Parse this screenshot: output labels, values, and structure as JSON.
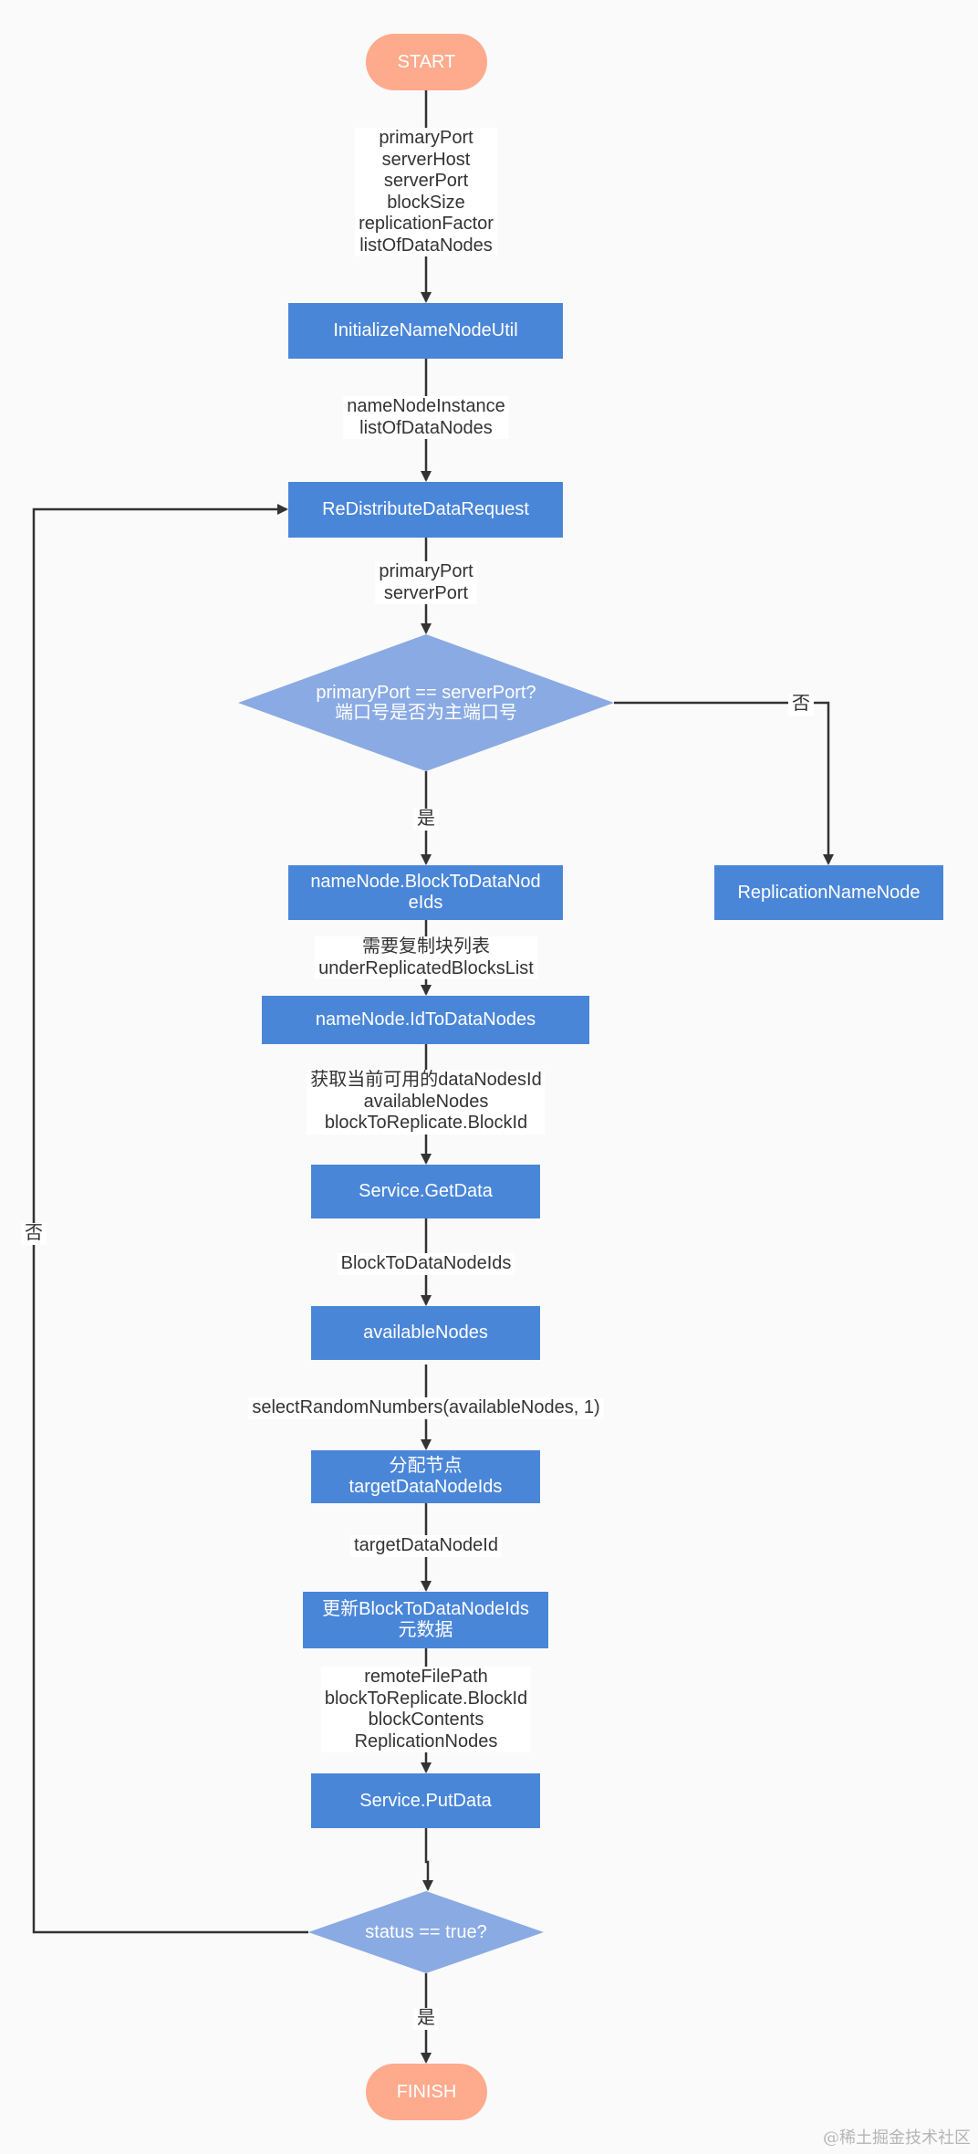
{
  "nodes": {
    "start": "START",
    "init": "InitializeNameNodeUtil",
    "redistribute": "ReDistributeDataRequest",
    "decision_port": "primaryPort == serverPort?\n端口号是否为主端口号",
    "replication": "ReplicationNameNode",
    "block_to_datanode": "nameNode.BlockToDataNod\neIds",
    "id_to_datanodes": "nameNode.IdToDataNodes",
    "get_data": "Service.GetData",
    "available_nodes": "availableNodes",
    "assign_nodes": "分配节点\ntargetDataNodeIds",
    "update_meta": "更新BlockToDataNodeIds\n元数据",
    "put_data": "Service.PutData",
    "decision_status": "status == true?",
    "finish": "FINISH"
  },
  "edges": {
    "start_init": "primaryPort\nserverHost\nserverPort\nblockSize\nreplicationFactor\nlistOfDataNodes",
    "init_redistribute": "nameNodeInstance\nlistOfDataNodes",
    "redistribute_decision": "primaryPort\nserverPort",
    "decision_no": "否",
    "decision_yes": "是",
    "blocks_list": "需要复制块列表\nunderReplicatedBlocksList",
    "available_info": "获取当前可用的dataNodesId\navailableNodes\nblockToReplicate.BlockId",
    "get_available": "BlockToDataNodeIds",
    "select_random": "selectRandomNumbers(availableNodes, 1)",
    "target_id": "targetDataNodeId",
    "put_params": "remoteFilePath\nblockToReplicate.BlockId\nblockContents\nReplicationNodes",
    "status_no": "否",
    "status_yes": "是"
  },
  "watermark": "@稀土掘金技术社区",
  "colors": {
    "process": "#4a86d8",
    "decision": "#8aaae3",
    "terminal": "#fdaa8d",
    "edge": "#333333",
    "background": "#fafafa"
  }
}
